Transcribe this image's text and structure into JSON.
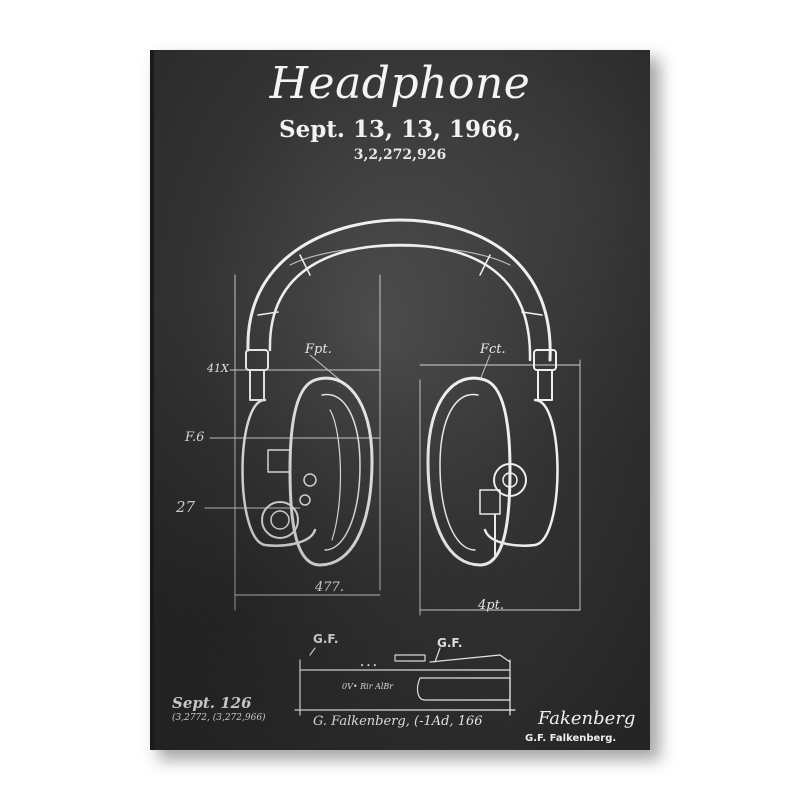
{
  "poster": {
    "title": "Headphone",
    "date": "Sept. 13, 13, 1966,",
    "patent_number": "3,2,272,926"
  },
  "labels": {
    "fpt": "Fpt.",
    "fct": "Fct.",
    "dim_41x": "41X",
    "f6": "F.6",
    "n27": "27",
    "n477": "477.",
    "n4pt": "4pt.",
    "gf_left": "G.F.",
    "gf_right": "G.F.",
    "small_text": "0V• Rir AlBr",
    "dots": "• • •",
    "bottom_date": "Sept. 126",
    "bottom_numbers": "(3,2772, (3,272,966)",
    "inventor_line": "G. Falkenberg, (-1Ad, 166",
    "signature": "Fakenberg",
    "printed_name": "G.F. Falkenberg."
  },
  "colors": {
    "chalkboard": "#333333",
    "chalk": "#f0f0f0"
  }
}
